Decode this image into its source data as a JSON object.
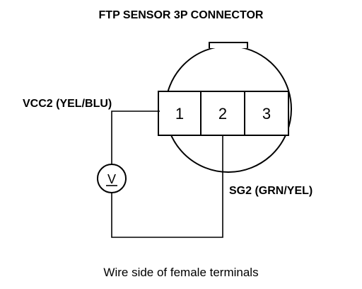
{
  "title": "FTP SENSOR 3P CONNECTOR",
  "connector": {
    "pins": [
      "1",
      "2",
      "3"
    ]
  },
  "wires": {
    "vcc2_label": "VCC2 (YEL/BLU)",
    "sg2_label": "SG2 (GRN/YEL)"
  },
  "meter": {
    "symbol": "V",
    "icon": "voltmeter-icon"
  },
  "caption": "Wire side of female terminals"
}
